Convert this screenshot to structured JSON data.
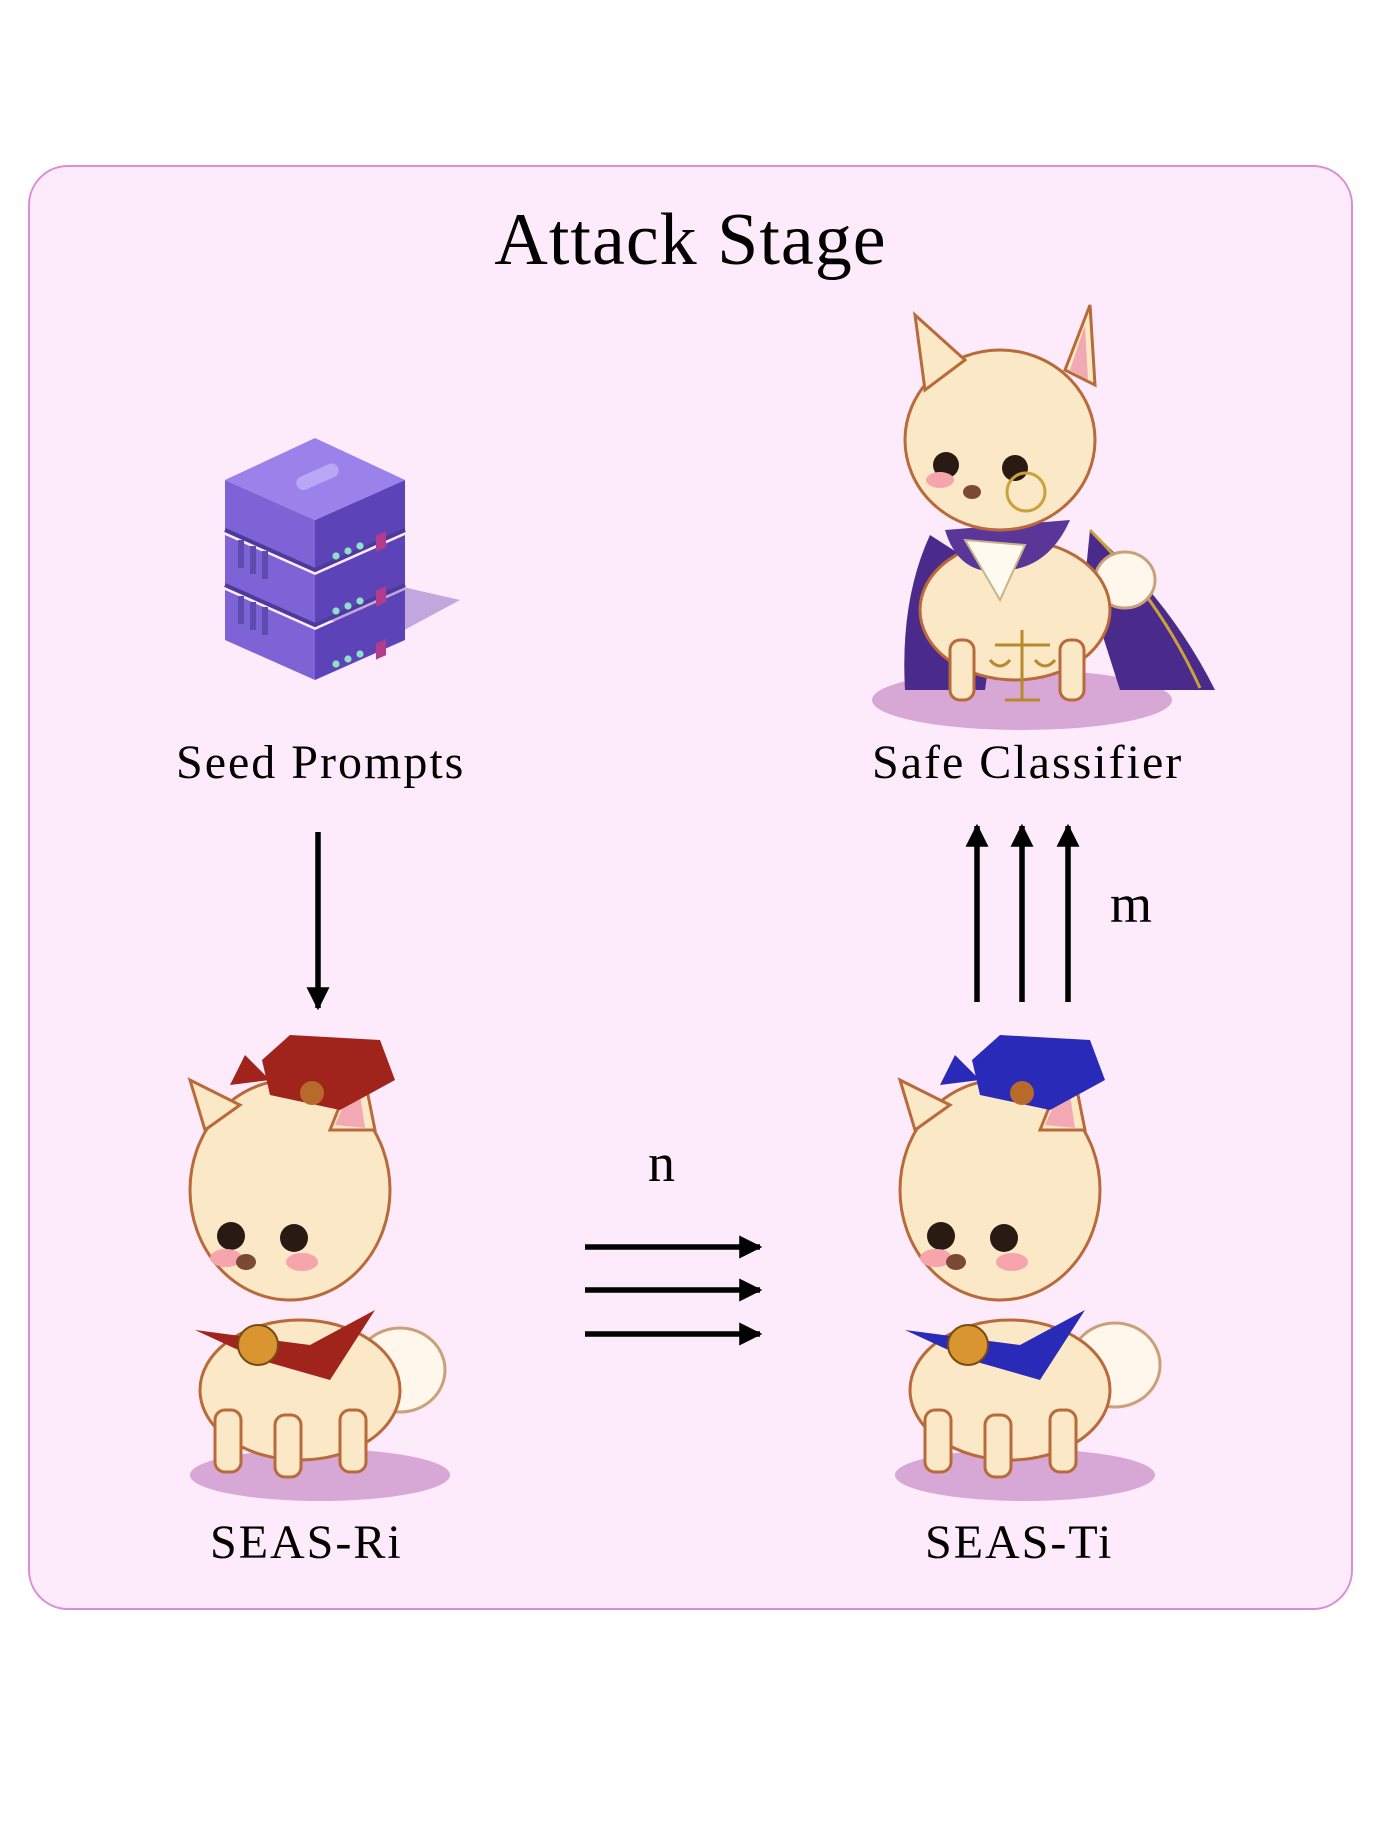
{
  "diagram": {
    "title": "Attack Stage",
    "nodes": {
      "seed": {
        "label": "Seed Prompts",
        "icon": "database-server-icon"
      },
      "classifier": {
        "label": "Safe Classifier",
        "icon": "alpaca-judge-icon"
      },
      "red": {
        "label": "SEAS-Ri",
        "icon": "alpaca-red-icon"
      },
      "target": {
        "label": "SEAS-Ti",
        "icon": "alpaca-blue-icon"
      }
    },
    "edges": {
      "seed_to_red": {
        "from": "Seed Prompts",
        "to": "SEAS-Ri",
        "count": 1
      },
      "red_to_target": {
        "from": "SEAS-Ri",
        "to": "SEAS-Ti",
        "label": "n",
        "count": 3
      },
      "target_to_classifier": {
        "from": "SEAS-Ti",
        "to": "Safe Classifier",
        "label": "m",
        "count": 3
      }
    },
    "colors": {
      "panel_bg": "#fdebfb",
      "panel_border": "#d98fd8",
      "server": "#6b52c9",
      "red_outfit": "#a0231c",
      "blue_outfit": "#2a2ab8",
      "judge_cape": "#4a2a8a",
      "shadow": "#d7a7d6"
    }
  }
}
